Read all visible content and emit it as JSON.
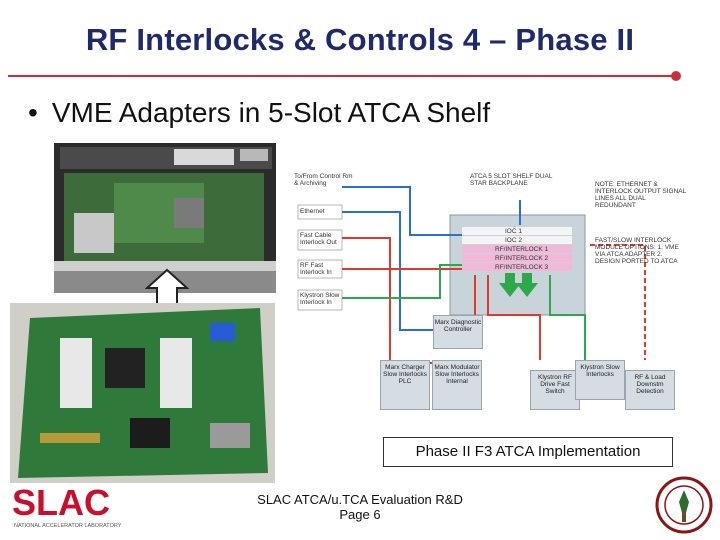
{
  "slide": {
    "title": "RF Interlocks & Controls 4 – Phase II",
    "bullet": "VME Adapters in 5-Slot ATCA Shelf",
    "caption": "Phase II F3 ATCA Implementation",
    "footer_line1": "SLAC ATCA/u.TCA Evaluation R&D",
    "footer_line2": "Page 6"
  },
  "diagram": {
    "left_labels": [
      "To/From Control Rm & Archiving",
      "Ethernet",
      "Fast Cable Interlock Out",
      "RF Fast Interlock In",
      "Klystron Slow Interlock In"
    ],
    "shelf_title": "ATCA 5 SLOT SHELF DUAL STAR BACKPLANE",
    "slots": [
      "IOC 1",
      "IOC 2",
      "RF/INTERLOCK 1",
      "RF/INTERLOCK 2",
      "RF/INTERLOCK 3"
    ],
    "note1": "NOTE: ETHERNET & INTERLOCK OUTPUT SIGNAL LINES ALL DUAL REDUNDANT",
    "note2": "FAST/SLOW INTERLOCK MODULE OPTIONS: 1. VME VIA ATCA ADAPTER 2. DESIGN PORTED TO ATCA",
    "boxes": [
      "Marx Diagnostic Controller",
      "Marx Charger Slow Interlocks PLC",
      "Marx Modulator Slow Interlocks Internal",
      "Klystron RF Drive Fast Switch",
      "Klystron Slow Interlocks",
      "RF & Load Downstm Detection"
    ]
  },
  "logos": {
    "slac": "SLAC",
    "slac_sub": "NATIONAL ACCELERATOR LABORATORY"
  },
  "colors": {
    "title": "#1f2a6b",
    "rule": "#c9303a",
    "slac_red": "#c8102e"
  }
}
